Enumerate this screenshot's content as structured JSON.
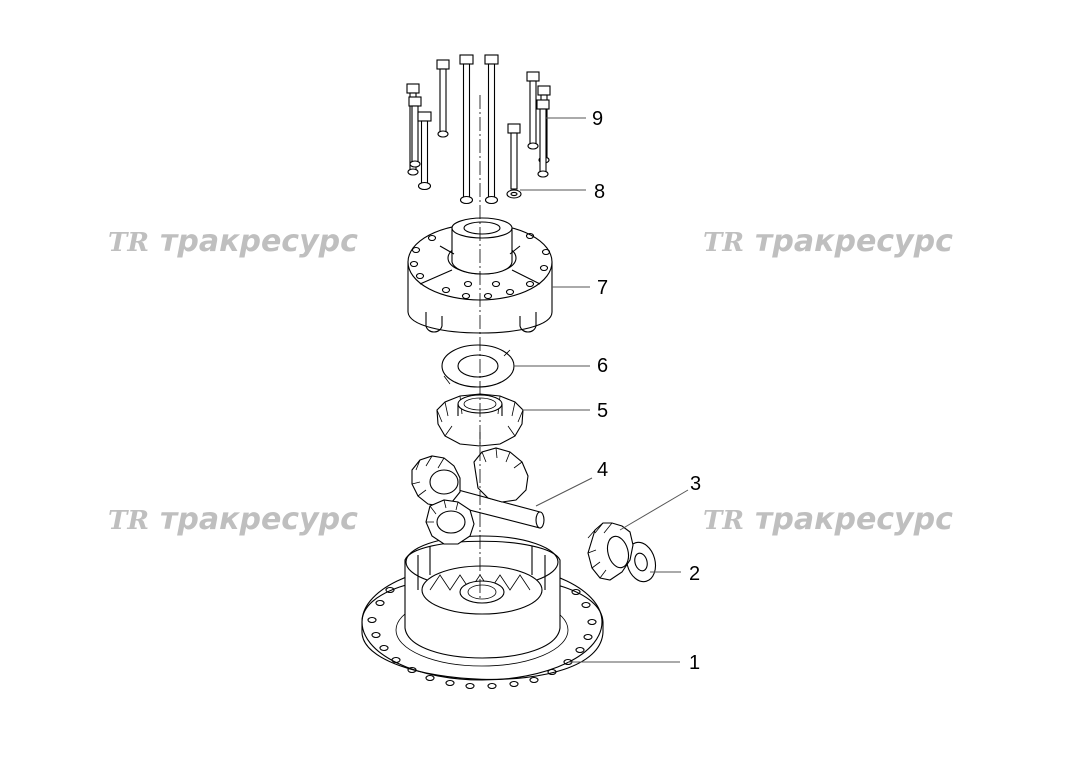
{
  "watermark": {
    "logo": "TR",
    "text": "тракресурс"
  },
  "callouts": [
    {
      "label": "1",
      "part": "differential case"
    },
    {
      "label": "2",
      "part": "thrust washer"
    },
    {
      "label": "3",
      "part": "pinion gear"
    },
    {
      "label": "4",
      "part": "cross shaft"
    },
    {
      "label": "5",
      "part": "side gear"
    },
    {
      "label": "6",
      "part": "thrust washer"
    },
    {
      "label": "7",
      "part": "case cover"
    },
    {
      "label": "8",
      "part": "washer"
    },
    {
      "label": "9",
      "part": "bolt"
    }
  ],
  "colors": {
    "line": "#000000",
    "watermark": "#bfbfbf",
    "background": "#ffffff"
  }
}
